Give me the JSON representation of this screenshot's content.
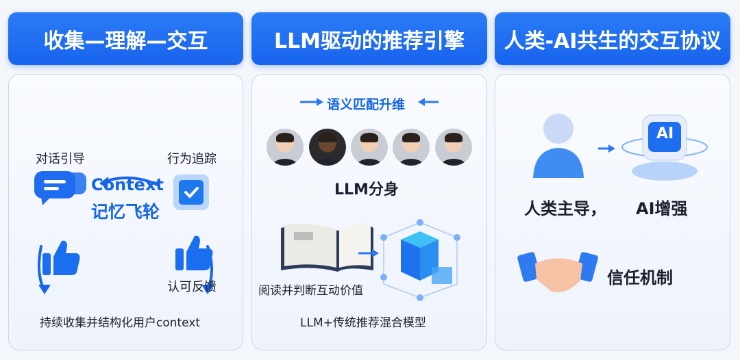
{
  "headers": [
    "收集—理解—交互",
    "LLM驱动的推荐引擎",
    "人类-AI共生的交互协议"
  ],
  "panel1": {
    "chat_label": "对话引导",
    "track_label": "行为追踪",
    "feedback_label": "认可反馈",
    "center_line1": "Context",
    "center_line2": "记忆飞轮",
    "footer": "持续收集并结构化用户context"
  },
  "panel2": {
    "semantic": "语义匹配升维",
    "avatars_label": "LLM分身",
    "read_label": "阅读并判断互动价值",
    "footer": "LLM+传统推荐混合模型"
  },
  "panel3": {
    "human_label": "人类主导，",
    "ai_label": "AI增强",
    "ai_badge": "AI",
    "trust_label": "信任机制"
  },
  "colors": {
    "accent": "#1864ee"
  }
}
